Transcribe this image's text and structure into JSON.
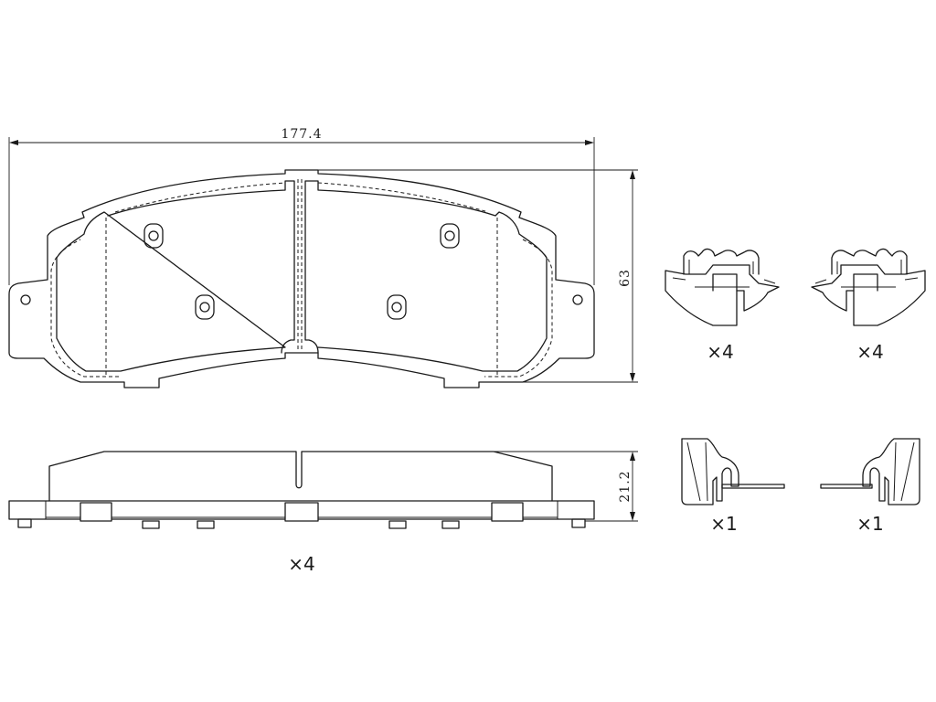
{
  "dimensions": {
    "width_label": "177.4",
    "height_label": "63",
    "thickness_label": "21.2"
  },
  "quantities": {
    "pad_qty": "×4",
    "clip_left_qty": "×4",
    "clip_right_qty": "×4",
    "spring_left_qty": "×1",
    "spring_right_qty": "×1"
  }
}
